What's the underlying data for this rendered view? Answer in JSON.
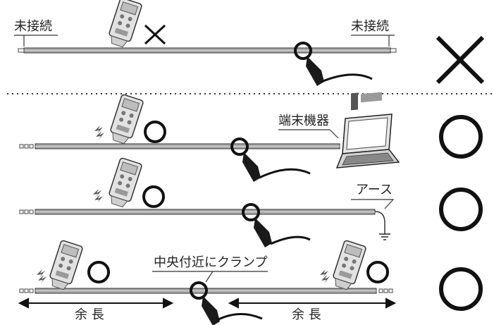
{
  "labels": {
    "unconnected_left": "未接続",
    "unconnected_right": "未接続",
    "terminal": "端末機器",
    "ground": "アース",
    "clamp_center": "中央付近にクランプ",
    "slack_left": "余 長",
    "slack_right": "余 長"
  },
  "results": [
    {
      "row": 1,
      "mark": "×"
    },
    {
      "row": 2,
      "mark": "○"
    },
    {
      "row": 3,
      "mark": "○"
    },
    {
      "row": 4,
      "mark": "○"
    }
  ],
  "colors": {
    "cable": "#a9a9a9",
    "outline": "#222222",
    "meter_body": "#d9d9d9",
    "clamp": "#1a1a1a",
    "spark": "#555555"
  }
}
